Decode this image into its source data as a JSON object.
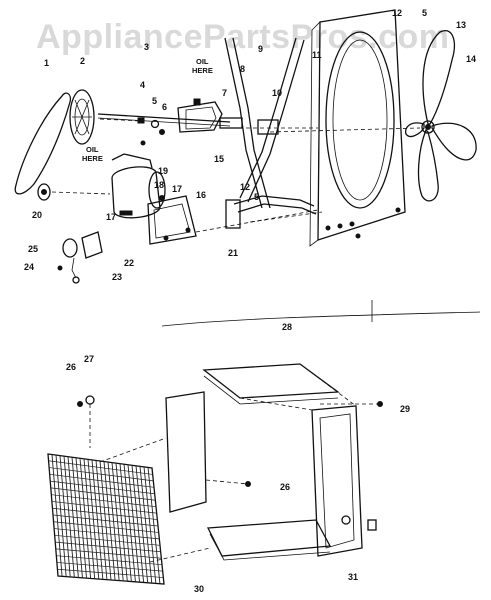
{
  "watermark": "AppliancePartsPros.com",
  "notes": [
    "OIL",
    "HERE",
    "OIL",
    "HERE"
  ],
  "callouts": [
    "1",
    "2",
    "3",
    "4",
    "5",
    "6",
    "7",
    "8",
    "9",
    "10",
    "11",
    "12",
    "5",
    "13",
    "14",
    "15",
    "12",
    "5",
    "16",
    "17",
    "18",
    "19",
    "17",
    "20",
    "21",
    "22",
    "23",
    "24",
    "25",
    "26",
    "27",
    "28",
    "29",
    "26",
    "30",
    "31"
  ]
}
